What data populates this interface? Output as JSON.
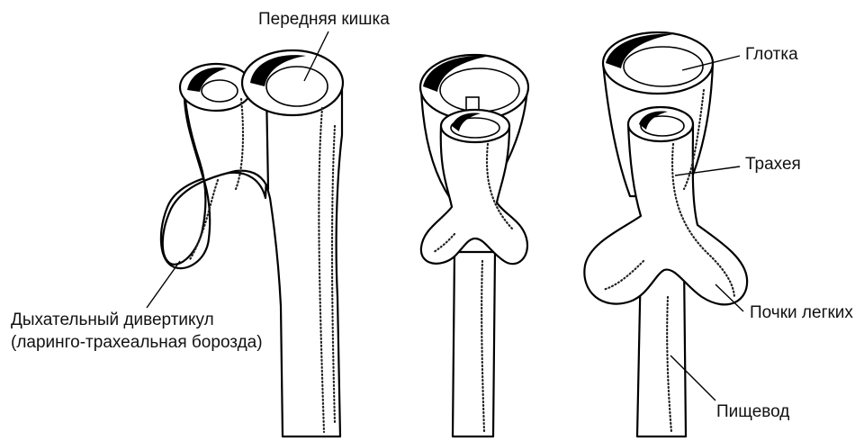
{
  "labels": {
    "foregut": "Передняя кишка",
    "pharynx": "Глотка",
    "trachea": "Трахея",
    "lung_buds": "Почки легких",
    "esophagus": "Пищевод",
    "resp_diverticulum": "Дыхательный дивертикул",
    "resp_diverticulum_sub": "(ларинго-трахеальная борозда)"
  }
}
